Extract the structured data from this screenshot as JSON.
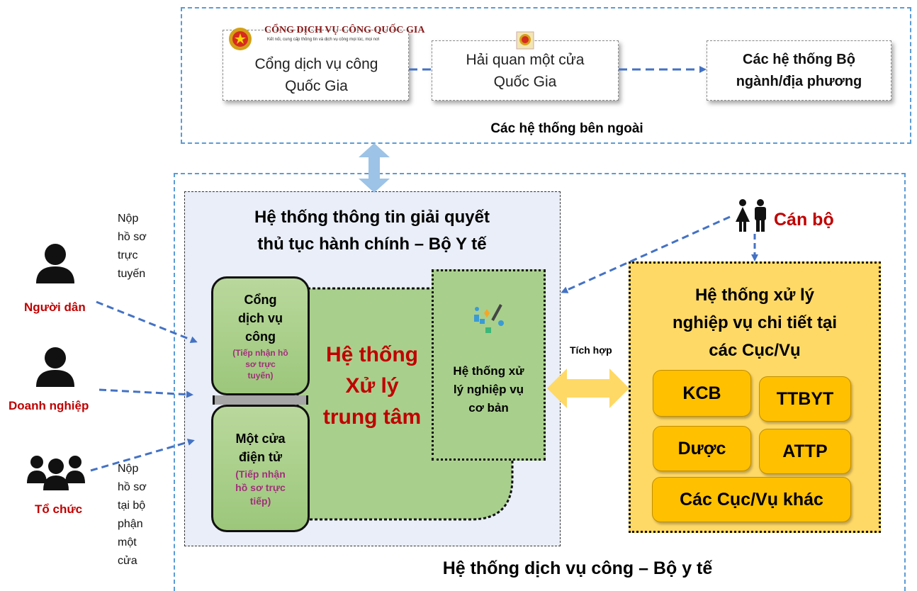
{
  "external": {
    "title": "Các hệ thống bên ngoài",
    "portal_logo_title": "CỔNG DỊCH VỤ CÔNG QUỐC GIA",
    "portal_logo_slogan": "Kết nối, cung cấp thông tin và dịch vụ công mọi lúc, mọi nơi",
    "portal_line1": "Cổng dịch vụ công",
    "portal_line2": "Quốc Gia",
    "customs_line1": "Hải quan một cửa",
    "customs_line2": "Quốc Gia",
    "ministries_line1": "Các hệ thống Bộ",
    "ministries_line2": "ngành/địa phương"
  },
  "info_system": {
    "title_line1": "Hệ thống thông tin giải quyết",
    "title_line2": "thủ tục hành chính – Bộ Y tế",
    "public_portal": {
      "line1": "Cổng",
      "line2": "dịch vụ",
      "line3": "công",
      "sub1": "(Tiếp nhận hồ",
      "sub2": "sơ trực",
      "sub3": "tuyến)"
    },
    "one_stop": {
      "line1": "Một cửa",
      "line2": "điện tử",
      "sub1": "(Tiếp nhận",
      "sub2": "hồ sơ trực",
      "sub3": "tiếp)"
    },
    "central": {
      "line1": "Hệ thống",
      "line2": "Xử lý",
      "line3": "trung tâm"
    },
    "basic": {
      "line1": "Hệ thống xử",
      "line2": "lý nghiệp vụ",
      "line3": "cơ bản"
    }
  },
  "integration_label": "Tích hợp",
  "detail_system": {
    "title_line1": "Hệ thống xử lý",
    "title_line2": "nghiệp vụ chi tiết tại",
    "title_line3": "các Cục/Vụ",
    "units": [
      "KCB",
      "TTBYT",
      "Dược",
      "ATTP",
      "Các Cục/Vụ khác"
    ]
  },
  "staff_label": "Cán bộ",
  "actors": {
    "citizen": "Người dân",
    "business": "Doanh nghiệp",
    "organization": "Tổ chức"
  },
  "notes": {
    "online": [
      "Nộp",
      "hồ sơ",
      "trực",
      "tuyến"
    ],
    "counter": [
      "Nộp",
      "hồ sơ",
      "tại bộ",
      "phận",
      "một",
      "cửa"
    ]
  },
  "bottom_title": "Hệ thống dịch vụ công – Bộ y tế",
  "colors": {
    "dashed_border": "#5b9bd5",
    "arrow": "#4472c4",
    "green_fill": "#a9cf8d",
    "yellow_fill": "#ffd966",
    "unit_fill": "#ffc000",
    "red_text": "#c00000",
    "purple_text": "#a0317a"
  }
}
